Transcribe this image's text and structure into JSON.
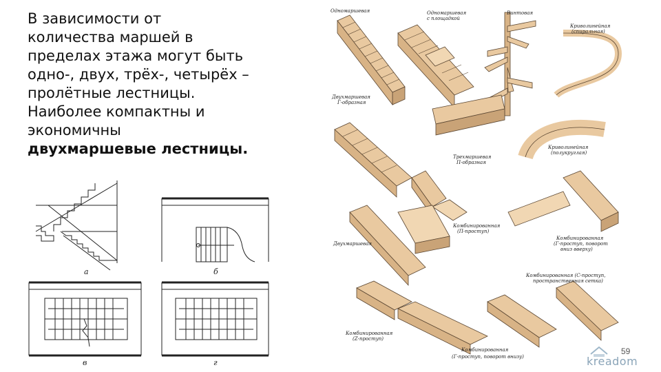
{
  "text": {
    "lines": [
      "В зависимости от",
      "количества маршей в",
      "пределах этажа могут быть",
      "одно-, двух, трёх-, четырёх –",
      "пролётные лестницы.",
      "Наиболее компактны и",
      "экономичны"
    ],
    "bold_line": "двухмаршевые лестницы."
  },
  "drawings": {
    "captions": [
      "а",
      "б",
      "в",
      "г"
    ]
  },
  "stair_labels": {
    "l1": "Одномаршевая",
    "l2a": "Одномаршевая",
    "l2b": "с площадкой",
    "l3": "Винтовая",
    "l4a": "Криволинейная",
    "l4b": "(спиральная)",
    "l5a": "Двухмаршевая",
    "l5b": "Г-образная",
    "l6a": "Трехмаршевая",
    "l6b": "П-образная",
    "l7a": "Криволинейная",
    "l7b": "(полукруглая)",
    "l8a": "Комбинированная",
    "l8b": "(П-проступ)",
    "l9": "Двухмаршевая",
    "l10a": "Комбинированная",
    "l10b": "(Г-проступ, поворот",
    "l10c": "вниз вверху)",
    "l11a": "Комбинированная (С-проступ,",
    "l11b": "пространственная сетка)",
    "l12a": "Комбинированная",
    "l12b": "(Z-проступ)",
    "l13a": "Комбинированная",
    "l13b": "(Г-проступ, поворот внизу)"
  },
  "page_number": "59",
  "logo": "kreadom",
  "colors": {
    "wood": "#e9c9a0",
    "wood_dark": "#c9a377",
    "line": "#5a4632",
    "text": "#111111"
  }
}
